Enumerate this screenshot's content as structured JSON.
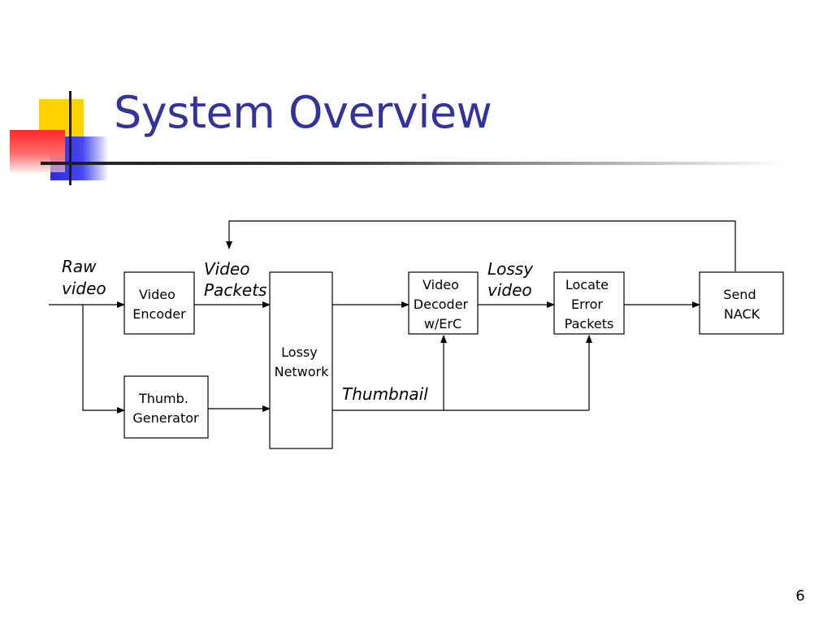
{
  "slide": {
    "title": "System Overview",
    "page_number": "6"
  },
  "colors": {
    "title": "#33339a",
    "deco_yellow": "#ffd200",
    "deco_red": "#ff3030",
    "deco_blue": "#3a3ae6",
    "rule": "#1c1c1c"
  },
  "diagram": {
    "boxes": {
      "video_encoder": [
        "Video",
        "Encoder"
      ],
      "thumb_generator": [
        "Thumb.",
        "Generator"
      ],
      "lossy_network": [
        "Lossy",
        "Network"
      ],
      "video_decoder": [
        "Video",
        "Decoder",
        "w/ErC"
      ],
      "locate_error": [
        "Locate",
        "Error",
        "Packets"
      ],
      "send_nack": [
        "Send",
        "NACK"
      ]
    },
    "labels": {
      "raw_video": [
        "Raw",
        "video"
      ],
      "video_packets": [
        "Video",
        "Packets"
      ],
      "lossy_video": [
        "Lossy",
        "video"
      ],
      "thumbnail": "Thumbnail"
    }
  }
}
